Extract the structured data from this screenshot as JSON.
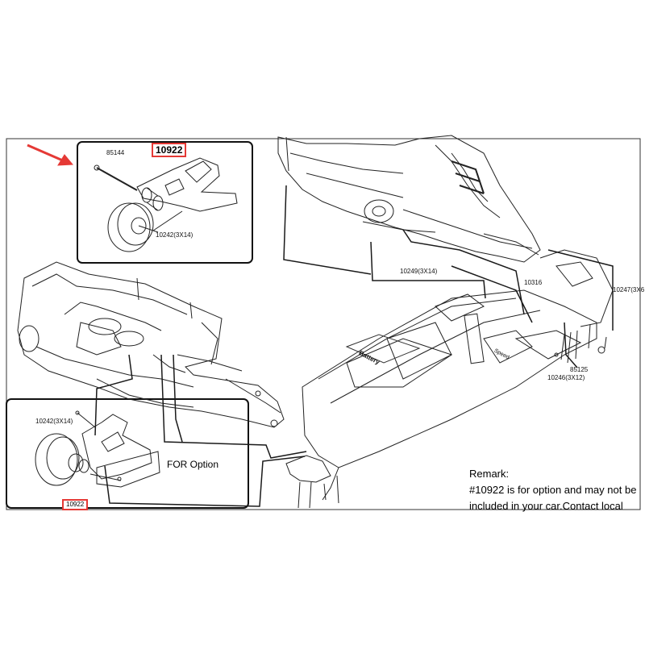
{
  "top_detail": {
    "part_box_label": "10922",
    "part_85144": "85144",
    "part_10242": "10242(3X14)"
  },
  "left_detail": {
    "part_box_label": "10922",
    "part_10242": "10242(3X14)",
    "option_label": "FOR Option"
  },
  "callouts": {
    "p10249": "10249(3X14)",
    "p10316": "10316",
    "p10247": "10247(3X6",
    "p85125": "85125",
    "p10246": "10246(3X12)"
  },
  "chassis_text": {
    "battery": "Battery",
    "esc_brand": "Speed"
  },
  "remark": {
    "title": "Remark:",
    "line1": "#10922 is for option and may not be",
    "line2": "included in your car.Contact local"
  },
  "colors": {
    "highlight_red": "#e53935",
    "line_dark": "#1a1a1a",
    "part_gray": "#555555"
  }
}
